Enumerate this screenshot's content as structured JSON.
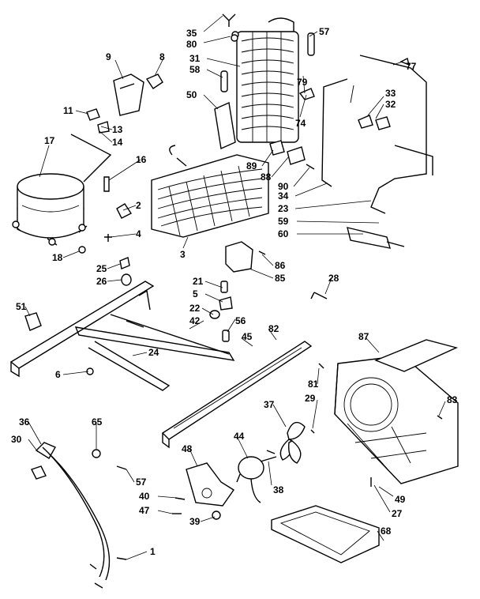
{
  "callouts": [
    "35",
    "80",
    "57",
    "77",
    "9",
    "8",
    "31",
    "58",
    "79",
    "33",
    "32",
    "50",
    "74",
    "11",
    "13",
    "14",
    "17",
    "16",
    "89",
    "88",
    "90",
    "34",
    "23",
    "59",
    "60",
    "2",
    "4",
    "18",
    "25",
    "26",
    "3",
    "86",
    "85",
    "28",
    "21",
    "5",
    "22",
    "42",
    "56",
    "82",
    "45",
    "51",
    "24",
    "6",
    "87",
    "81",
    "29",
    "83",
    "37",
    "36",
    "65",
    "30",
    "44",
    "48",
    "57",
    "38",
    "40",
    "47",
    "49",
    "27",
    "39",
    "68",
    "1"
  ],
  "colors": {
    "ink": "#000000",
    "paper": "#ffffff"
  }
}
